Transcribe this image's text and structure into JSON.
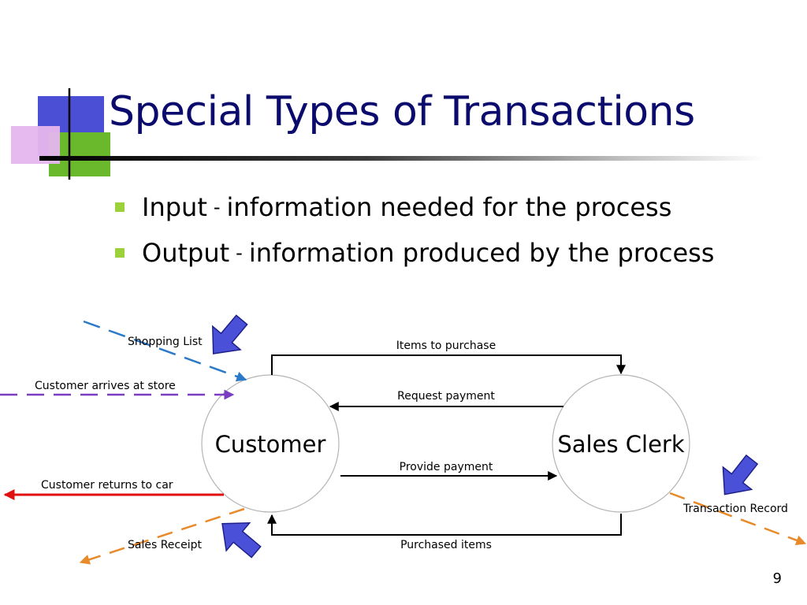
{
  "slide": {
    "title": "Special Types of Transactions",
    "page_number": "9",
    "bullets": [
      {
        "term": "Input",
        "separator": "-",
        "description": "information needed for the process"
      },
      {
        "term": "Output",
        "separator": "-",
        "description": "information produced by the process"
      }
    ]
  },
  "diagram": {
    "nodes": {
      "customer": "Customer",
      "sales_clerk": "Sales Clerk"
    },
    "flows": {
      "items_to_purchase": "Items to purchase",
      "request_payment": "Request payment",
      "provide_payment": "Provide payment",
      "purchased_items": "Purchased items",
      "shopping_list": "Shopping List",
      "customer_arrives": "Customer arrives at store",
      "customer_returns": "Customer returns to car",
      "sales_receipt": "Sales Receipt",
      "transaction_record": "Transaction Record"
    },
    "colors": {
      "input_flow": "#2a7ac8",
      "event_in": "#7a3cc0",
      "event_out": "#e01010",
      "output_flow": "#e88a2a",
      "callout_arrow": "#4b50d8",
      "internal_flow": "#000000"
    }
  }
}
